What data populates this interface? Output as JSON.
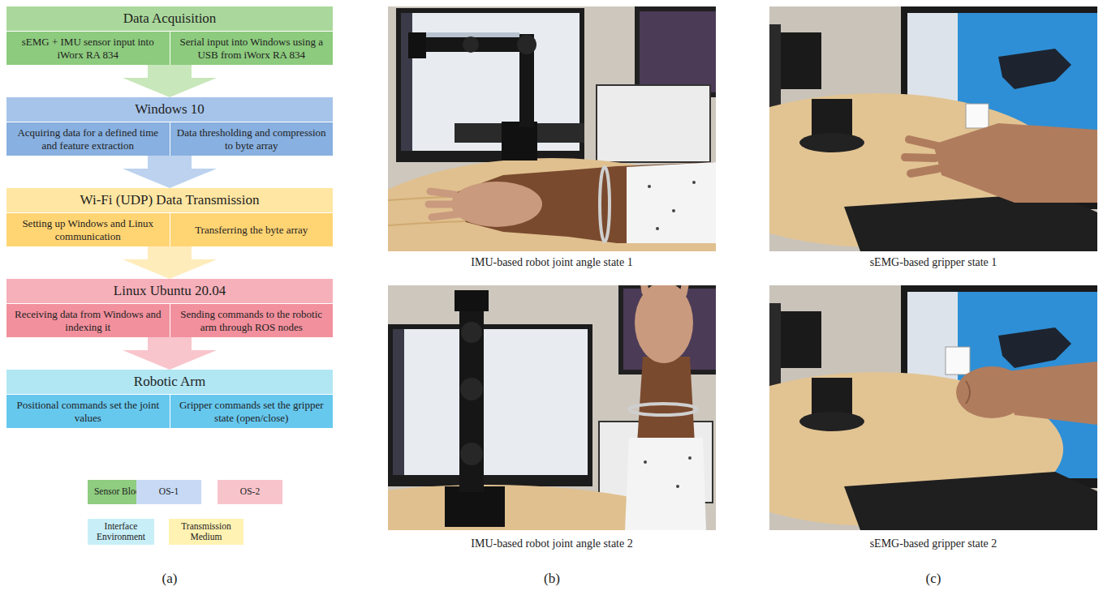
{
  "diagram": {
    "nodes": [
      {
        "text": [
          "Data Acquisition"
        ]
      },
      {
        "text": [
          "sEMG + IMU sensor input into iWorx RA 834"
        ],
        "in": 0
      },
      {
        "text": [
          "Serial input into Windows using a USB from iWorx RA 834"
        ],
        "in": 0
      },
      {
        "text": [
          "Windows 10"
        ]
      },
      {
        "text": [
          "Acquiring data for a defined time and feature extraction"
        ],
        "in": 3
      },
      {
        "text": [
          "Data thresholding and compression to byte array"
        ],
        "in": 3
      },
      {
        "text": [
          "Wi-Fi (UDP) Data Transmission"
        ]
      },
      {
        "text": [
          "Setting up Windows and Linux communication"
        ],
        "in": 6
      },
      {
        "text": [
          "Transferring the byte array"
        ],
        "in": 6
      },
      {
        "text": [
          "Linux Ubuntu 20.04"
        ]
      },
      {
        "text": [
          "Receiving data from Windows and indexing it"
        ],
        "in": 9
      },
      {
        "text": [
          "Sending commands to the robotic arm through ROS nodes"
        ],
        "in": 9
      },
      {
        "text": [
          "Robotic Arm"
        ]
      },
      {
        "text": [
          "Positional commands set the joint values"
        ],
        "in": 12
      },
      {
        "text": [
          "Gripper commands set the gripper state (open/close)"
        ],
        "in": 12
      }
    ],
    "edges": [
      {
        "from": 0,
        "to": 3,
        "arrow": "to"
      },
      {
        "from": 3,
        "to": 6,
        "arrow": "to"
      },
      {
        "from": 6,
        "to": 9,
        "arrow": "to"
      },
      {
        "from": 9,
        "to": 12,
        "arrow": "to"
      }
    ],
    "labels": [
      "IMU-based robot joint angle state 1",
      "IMU-based robot joint angle state 2",
      "sEMG-based gripper state 1",
      "sEMG-based gripper state 2",
      "(a)",
      "(b)",
      "(c)"
    ],
    "legend": [
      {
        "text": "Sensor Blocks",
        "color": "#8fcd80"
      },
      {
        "text": "OS-1",
        "color": "#c7d9f4"
      },
      {
        "text": "OS-2",
        "color": "#f8c4cc"
      },
      {
        "text": "Interface Environment",
        "color": "#c8eff8"
      },
      {
        "text": "Transmission Medium",
        "color": "#fff2b2"
      }
    ]
  }
}
